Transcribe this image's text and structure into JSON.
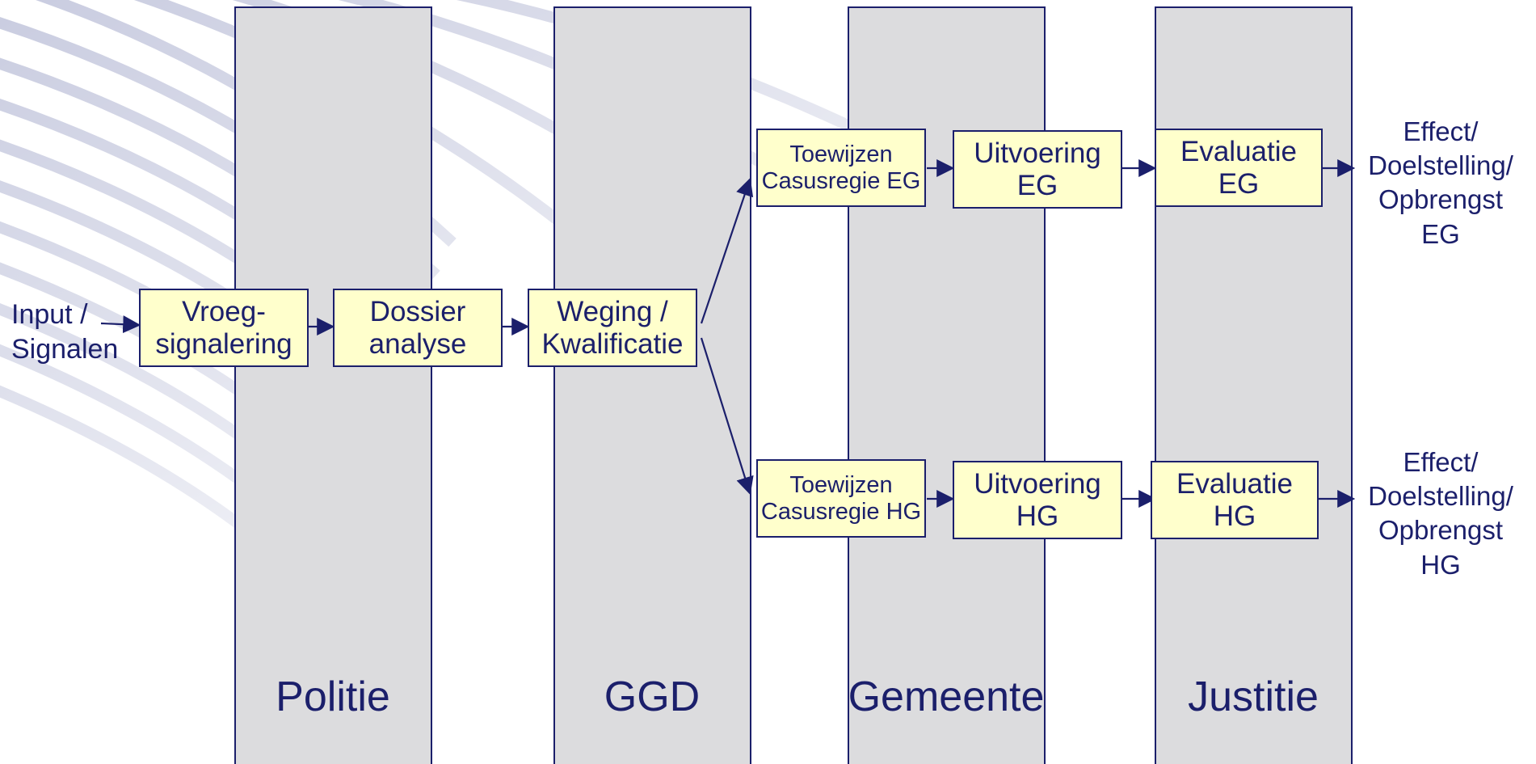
{
  "colors": {
    "lane_fill": "#dcdcde",
    "box_fill": "#ffffcc",
    "stroke": "#1b1f6b",
    "text": "#1b1f6b"
  },
  "lanes": {
    "politie": "Politie",
    "ggd": "GGD",
    "gemeente": "Gemeente",
    "justitie": "Justitie"
  },
  "input": {
    "line1": "Input /",
    "line2": "Signalen"
  },
  "nodes": {
    "vroegsignalering": {
      "line1": "Vroeg-",
      "line2": "signalering"
    },
    "dossier_analyse": {
      "line1": "Dossier",
      "line2": "analyse"
    },
    "weging": {
      "line1": "Weging /",
      "line2": "Kwalificatie"
    },
    "toewijzen_eg": {
      "line1": "Toewijzen",
      "line2": "Casusregie EG"
    },
    "uitvoering_eg": {
      "line1": "Uitvoering",
      "line2": "EG"
    },
    "evaluatie_eg": {
      "line1": "Evaluatie",
      "line2": "EG"
    },
    "toewijzen_hg": {
      "line1": "Toewijzen",
      "line2": "Casusregie HG"
    },
    "uitvoering_hg": {
      "line1": "Uitvoering",
      "line2": "HG"
    },
    "evaluatie_hg": {
      "line1": "Evaluatie",
      "line2": "HG"
    }
  },
  "outputs": {
    "eg": {
      "line1": "Effect/",
      "line2": "Doelstelling/",
      "line3": "Opbrengst",
      "line4": "EG"
    },
    "hg": {
      "line1": "Effect/",
      "line2": "Doelstelling/",
      "line3": "Opbrengst",
      "line4": "HG"
    }
  }
}
